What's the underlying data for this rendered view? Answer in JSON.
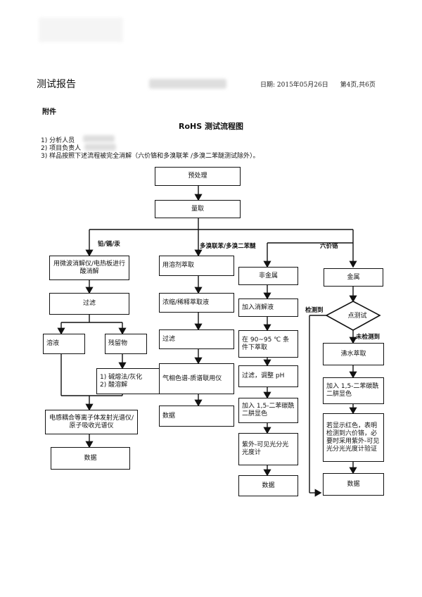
{
  "header": {
    "title": "测试报告",
    "date": "日期: 2015年05月26日",
    "page": "第4页,共6页"
  },
  "appendix_label": "附件",
  "flow_title": "RoHS 测试流程图",
  "notes": [
    "1) 分析人员",
    "2) 项目负责人",
    "3) 样品按照下述流程被完全消解（六价铬和多溴联苯 /多溴二苯醚测试除外）。"
  ],
  "branch_labels": {
    "heavy_metals": "铅/镉/汞",
    "pbb_pbde": "多溴联苯/多溴二苯醚",
    "cr6": "六价铬",
    "detected": "检测到",
    "not_detected": "未检测到"
  },
  "boxes": {
    "pretreat": "预处理",
    "weigh": "量取",
    "microwave": "用微波消解仪/电热板进行酸消解",
    "filter1": "过滤",
    "solution": "溶液",
    "residue": "残留物",
    "alkali": "1) 碱熔法/灰化\n2) 酸溶解",
    "icp": "电感耦合等离子体发射光谱仪/原子吸收光谱仪",
    "data1": "数据",
    "solvent_extract": "用溶剂萃取",
    "concentrate": "浓缩/稀释萃取液",
    "filter2": "过滤",
    "gcms": "气相色谱-质谱联用仪",
    "data2": "数据",
    "nonmetal": "非金属",
    "add_digest": "加入消解液",
    "extract_90_95": "在 90~95 ℃ 条件下萃取",
    "filter_ph": "过滤，调整 pH",
    "add_dpc1": "加入 1,5-二苯碳酰二肼显色",
    "uvvis": "紫外-可见光分光光度计",
    "data3": "数据",
    "metal": "金属",
    "spot_test": "点测试",
    "boil_extract": "沸水萃取",
    "add_dpc2": "加入 1,5-二苯碳酰二肼显色",
    "red_note": "若显示红色，表明检测到六价铬，必要时采用紫外-可见光分光光度计验证",
    "data4": "数据"
  },
  "colors": {
    "ink": "#111111",
    "redaction": "#d9d9d9"
  }
}
